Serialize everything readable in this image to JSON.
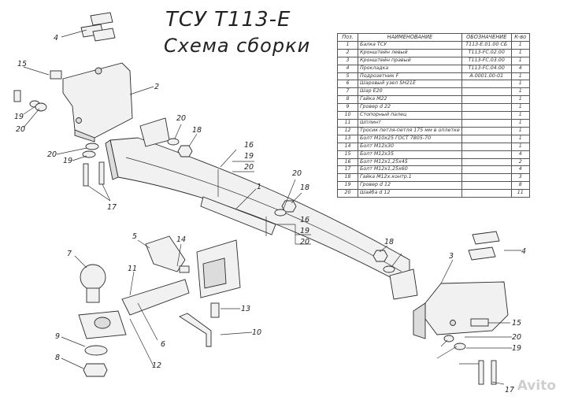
{
  "title_line1": "ТСУ Т113-Е",
  "title_line2": "Схема сборки",
  "table": {
    "headers": [
      "Поз.",
      "НАИМЕНОВАНИЕ",
      "ОБОЗНАЧЕНИЕ",
      "К-во"
    ],
    "rows": [
      [
        "1",
        "Балка ТСУ",
        "Т113-Е.01.00 СБ",
        "1"
      ],
      [
        "2",
        "Кронштейн левый",
        "Т113-FC.02.00",
        "1"
      ],
      [
        "3",
        "Кронштейн правый",
        "Т113-FC.03.00",
        "1"
      ],
      [
        "4",
        "Прокладка",
        "Т113-FC.04.00",
        "4"
      ],
      [
        "5",
        "Подрозетник F",
        "A.0001.00-01",
        "1"
      ],
      [
        "6",
        "Шаровый узел SH21E",
        "",
        "1"
      ],
      [
        "7",
        "Шар E20",
        "",
        "1"
      ],
      [
        "8",
        "Гайка M22",
        "",
        "1"
      ],
      [
        "9",
        "Гровер d 22",
        "",
        "1"
      ],
      [
        "10",
        "Стопорный палец",
        "",
        "1"
      ],
      [
        "11",
        "Шплинт",
        "",
        "1"
      ],
      [
        "12",
        "Тросик петля-петля 175 мм в оплетке",
        "",
        "1"
      ],
      [
        "13",
        "Болт М10х25 ГОСТ 7805-70",
        "",
        "1"
      ],
      [
        "14",
        "Болт М12х30",
        "",
        "1"
      ],
      [
        "15",
        "Болт М12х35",
        "",
        "4"
      ],
      [
        "16",
        "Болт М12х1,25х45",
        "",
        "2"
      ],
      [
        "17",
        "Болт М12х1,25х60",
        "",
        "4"
      ],
      [
        "18",
        "Гайка М12х.контр.1",
        "",
        "3"
      ],
      [
        "19",
        "Гровер d 12",
        "",
        "8"
      ],
      [
        "20",
        "Шайба d 12",
        "",
        "11"
      ]
    ]
  },
  "callouts": [
    "1",
    "2",
    "3",
    "4",
    "4",
    "5",
    "6",
    "7",
    "8",
    "9",
    "10",
    "11",
    "12",
    "13",
    "14",
    "15",
    "15",
    "16",
    "16",
    "17",
    "17",
    "18",
    "18",
    "18",
    "19",
    "19",
    "19",
    "19",
    "19",
    "20",
    "20",
    "20",
    "20",
    "20",
    "20",
    "20"
  ],
  "watermark": "Avito",
  "colors": {
    "line": "#2b2b2b",
    "fill": "#f1f1f1",
    "background": "#ffffff"
  }
}
